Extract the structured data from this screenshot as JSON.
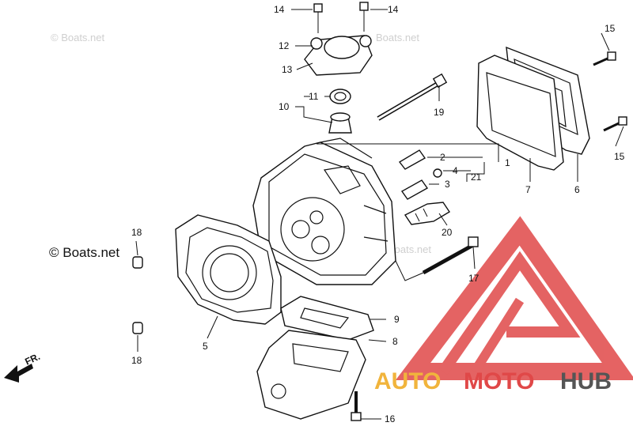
{
  "watermarks": {
    "copyright": "© Boats.net",
    "faint1": "© Boats.net",
    "faint2": "Boats.net",
    "faint3": "Boats.net"
  },
  "labels": {
    "p1": "1",
    "p2": "2",
    "p3": "3",
    "p4": "4",
    "p5": "5",
    "p6": "6",
    "p7": "7",
    "p8": "8",
    "p9": "9",
    "p10": "10",
    "p11": "11",
    "p12": "12",
    "p13": "13",
    "p14a": "14",
    "p14b": "14",
    "p15a": "15",
    "p15b": "15",
    "p16": "16",
    "p17": "17",
    "p18a": "18",
    "p18b": "18",
    "p19": "19",
    "p20": "20",
    "p21": "21"
  },
  "direction_label": "FR.",
  "logo": {
    "part1": "AUTO",
    "part2": "MOTO",
    "part3": "HUB",
    "color_gold": "#f1b43c",
    "color_red": "#e04848",
    "color_gray": "#555555"
  }
}
